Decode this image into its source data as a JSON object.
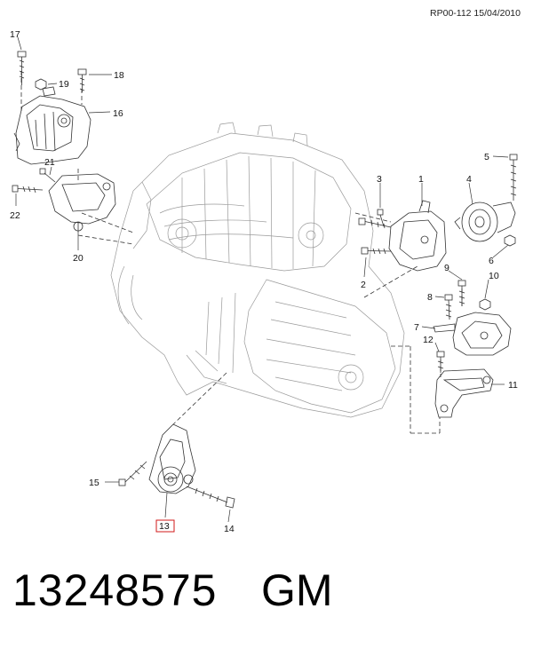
{
  "header": {
    "ref": "RP00-112 15/04/2010"
  },
  "callouts": [
    "1",
    "2",
    "3",
    "4",
    "5",
    "6",
    "7",
    "8",
    "9",
    "10",
    "11",
    "12",
    "13",
    "14",
    "15",
    "16",
    "17",
    "18",
    "19",
    "20",
    "21",
    "22"
  ],
  "highlight_color": "#d21a1a",
  "footer": {
    "part_number": "13248575",
    "brand": "GM"
  }
}
